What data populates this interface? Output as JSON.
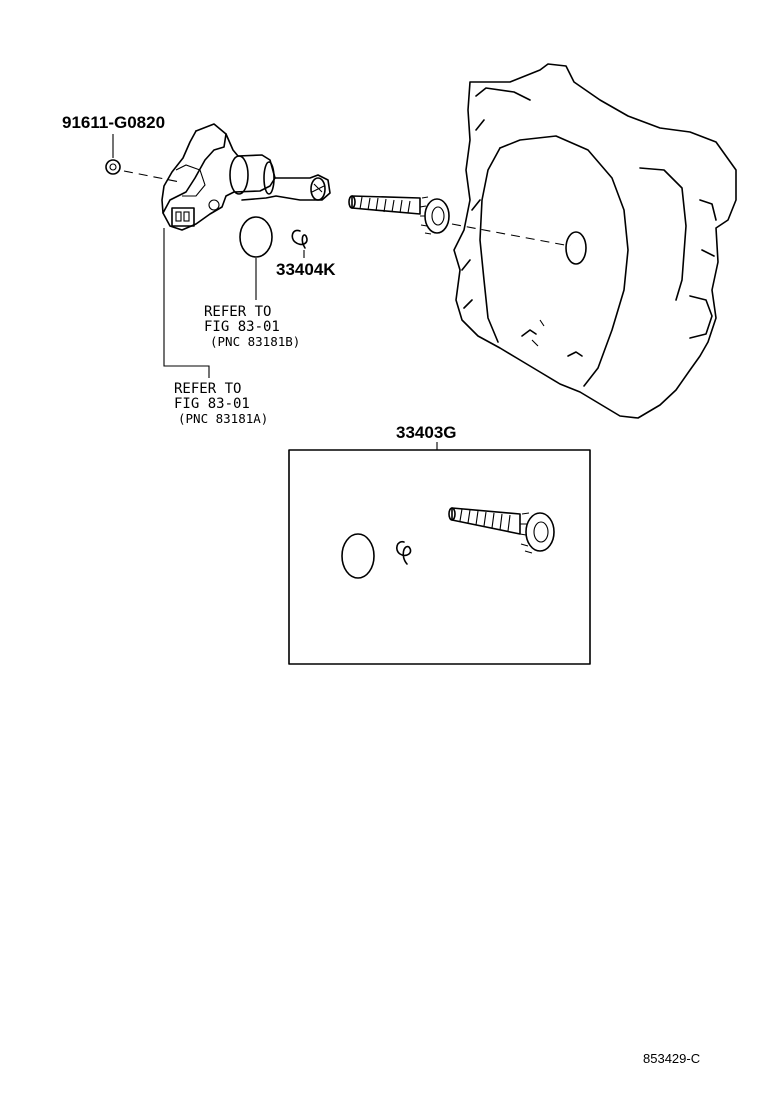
{
  "labels": {
    "bolt_part": "91611-G0820",
    "clip_part": "33404K",
    "kit_part": "33403G",
    "figure_id": "853429-C"
  },
  "references": {
    "o_ring": {
      "line1": "REFER TO",
      "line2": "FIG 83-01",
      "line3": "(PNC 83181B)"
    },
    "sensor": {
      "line1": "REFER TO",
      "line2": "FIG 83-01",
      "line3": "(PNC 83181A)"
    }
  }
}
